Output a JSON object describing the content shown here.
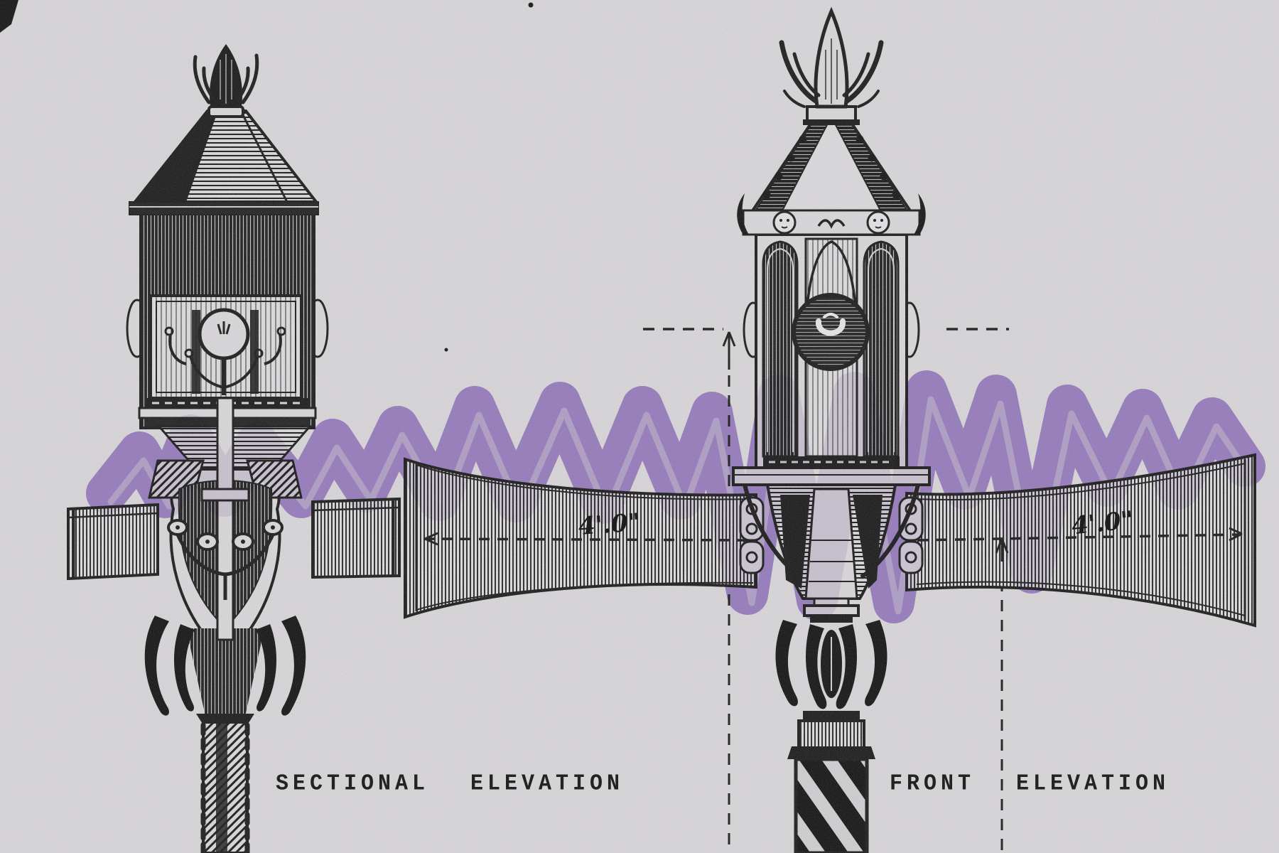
{
  "page": {
    "background_color": "#d7d5d8",
    "ink_color": "#1c1c1c"
  },
  "captions": {
    "left": "SECTIONAL ELEVATION",
    "right": "FRONT ELEVATION"
  },
  "dimensions": {
    "left_arm": "4'.0\"",
    "right_arm": "4'.0\""
  },
  "annotation": {
    "type": "marker-scribble",
    "marker_color": "#9b7dc2"
  }
}
